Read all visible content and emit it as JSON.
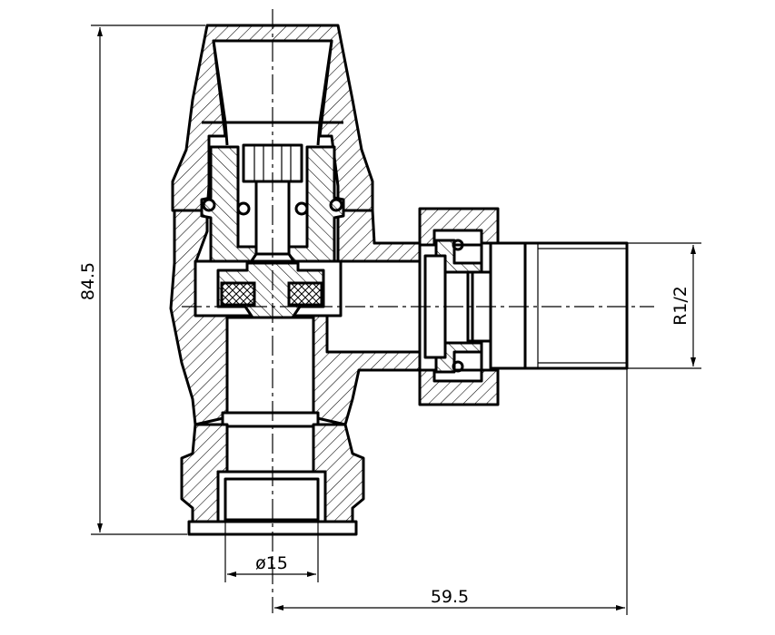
{
  "drawing": {
    "dimensions": {
      "height": "84.5",
      "thread": "R1/2",
      "diameter": "ø15",
      "offset": "59.5"
    },
    "colors": {
      "line": "#000000",
      "background": "#ffffff"
    }
  }
}
